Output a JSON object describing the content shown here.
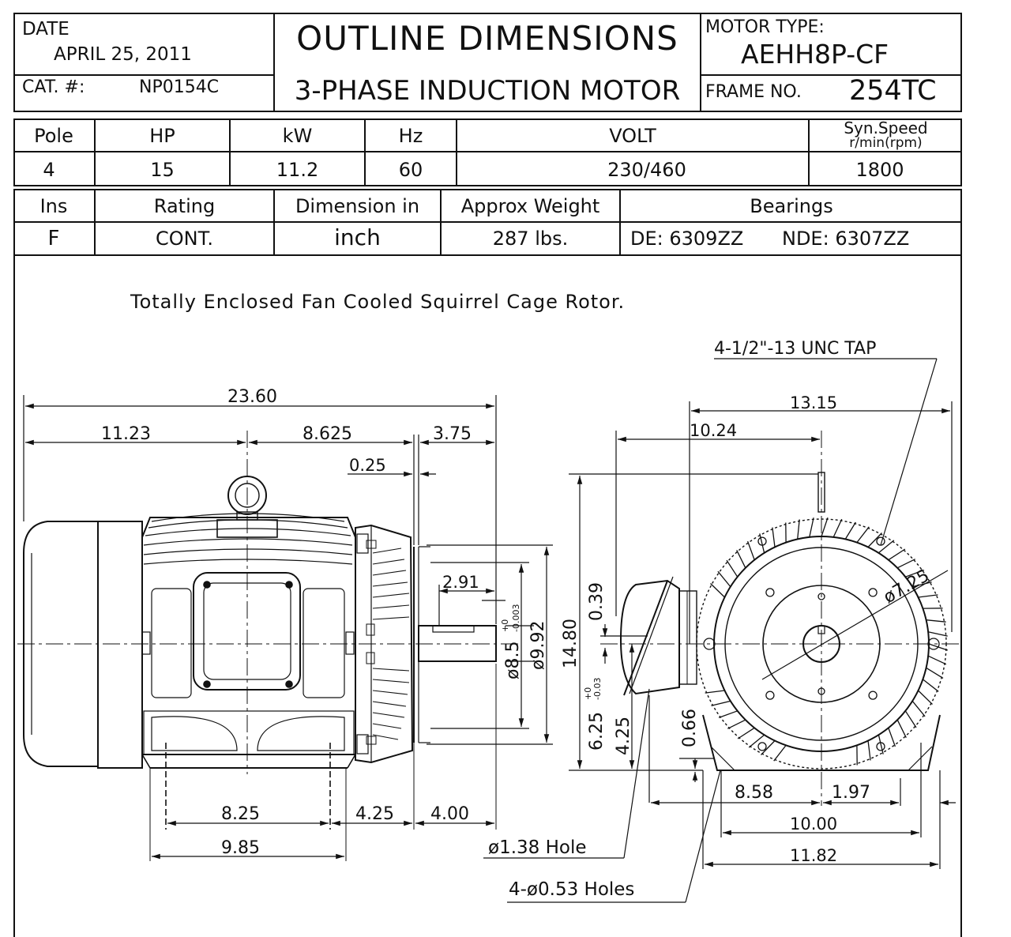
{
  "title_block": {
    "date_label": "DATE",
    "date_value": "APRIL 25, 2011",
    "cat_label": "CAT. #:",
    "cat_value": "NP0154C",
    "title_line1": "OUTLINE DIMENSIONS",
    "title_line2": "3-PHASE INDUCTION MOTOR",
    "motor_type_label": "MOTOR TYPE:",
    "motor_type_value": "AEHH8P-CF",
    "frame_label": "FRAME NO.",
    "frame_value": "254TC"
  },
  "spec_table1": {
    "headers": [
      "Pole",
      "HP",
      "kW",
      "Hz",
      "VOLT",
      "Syn.Speed",
      "r/min(rpm)"
    ],
    "values": [
      "4",
      "15",
      "11.2",
      "60",
      "230/460",
      "1800"
    ]
  },
  "spec_table2": {
    "headers": [
      "Ins",
      "Rating",
      "Dimension in",
      "Approx Weight",
      "Bearings"
    ],
    "values": [
      "F",
      "CONT.",
      "inch",
      "287 lbs.",
      "DE: 6309ZZ",
      "NDE: 6307ZZ"
    ]
  },
  "drawing": {
    "description_text": "Totally Enclosed Fan Cooled Squirrel Cage Rotor.",
    "side_view_dims": {
      "overall": "23.60",
      "left": "11.23",
      "middle": "8.625",
      "shaft_ext": "3.75",
      "shaft_shoulder": "0.25",
      "keyway_len": "2.91",
      "shaft_dia": "ø8.5",
      "shaft_tol_plus": "+0",
      "shaft_tol_minus": "-0.003",
      "flange_dia": "ø9.92",
      "foot_spacing": "8.25",
      "foot_outer": "9.85",
      "foot_to_shoulder": "4.25",
      "shoulder_to_end": "4.00",
      "conduit_hole": "ø1.38 Hole",
      "mount_holes": "4-ø0.53 Holes"
    },
    "end_view_dims": {
      "tap": "4-1/2\"-13 UNC TAP",
      "overall_width": "13.15",
      "half_width": "10.24",
      "overall_height": "14.80",
      "key_offset": "0.39",
      "shaft_height": "6.25",
      "shaft_height_tol_plus": "+0",
      "shaft_height_tol_minus": "-0.03",
      "conduit_height": "4.25",
      "foot_thickness": "0.66",
      "bolt_circle": "ø7.25",
      "foot_half": "8.58",
      "foot_edge": "1.97",
      "foot_holes": "10.00",
      "foot_width": "11.82"
    }
  }
}
